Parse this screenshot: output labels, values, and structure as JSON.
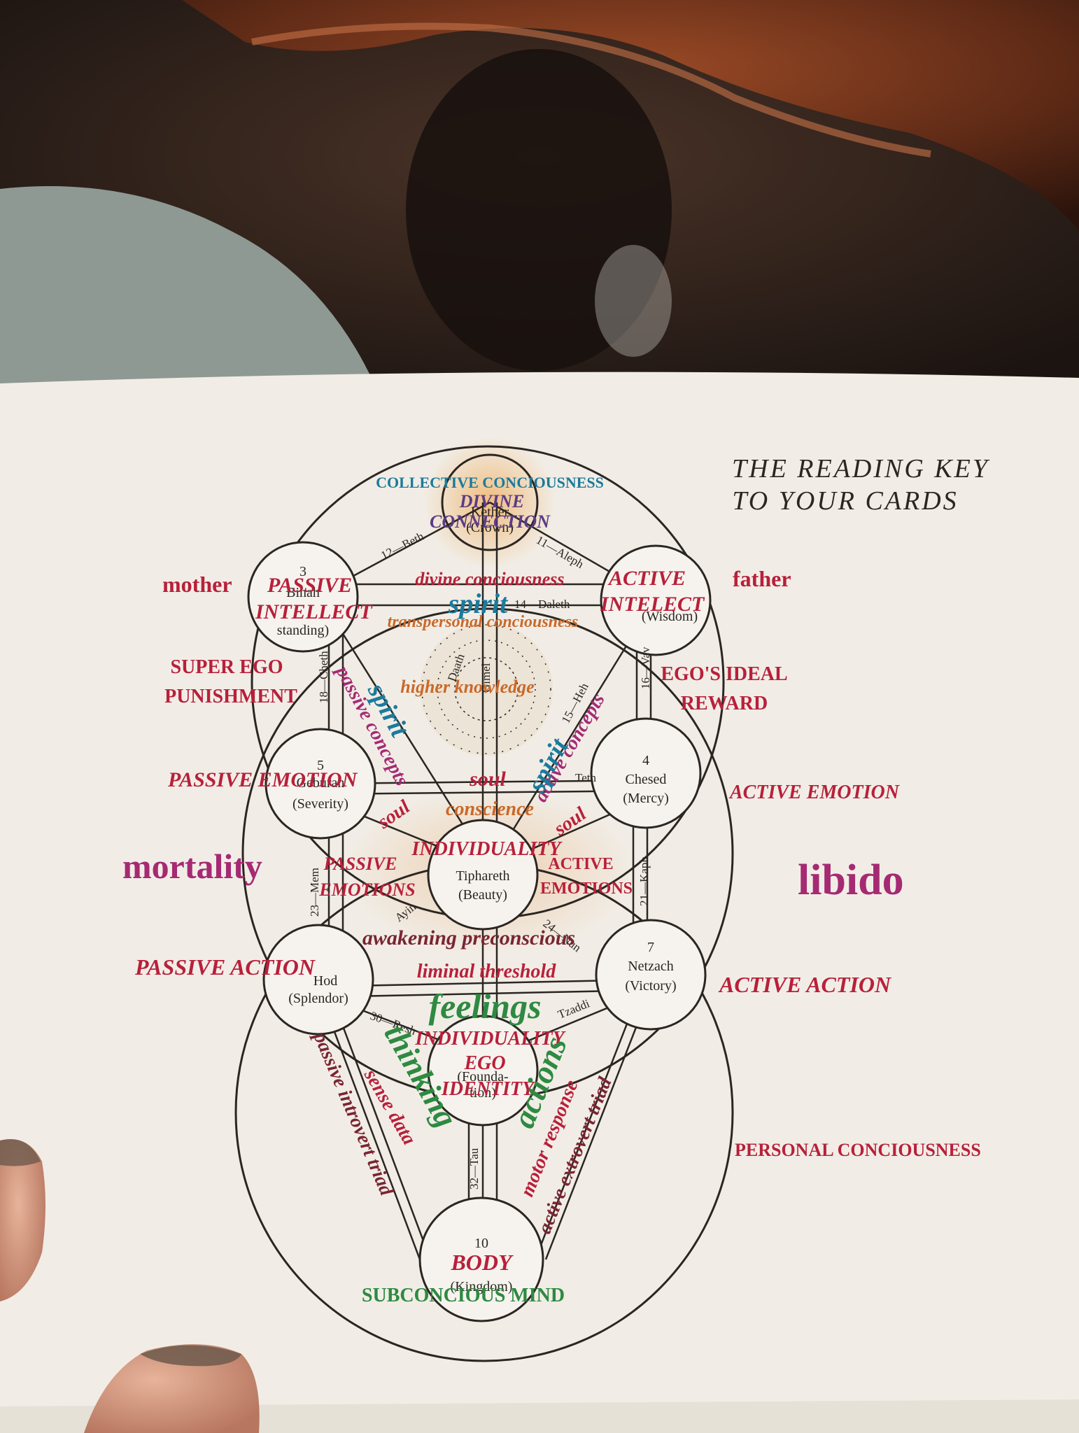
{
  "card": {
    "title_line1": "THE READING KEY",
    "title_line2": "TO YOUR CARDS"
  },
  "colors": {
    "paper": "#f1ede6",
    "ink": "#2b2622",
    "red": "#b8203a",
    "magenta": "#a52a73",
    "teal": "#1c7a9c",
    "green": "#2e8a41",
    "orange": "#c9692a",
    "maroon": "#7a2531",
    "purple": "#5a3c86",
    "tan": "#8e5a2c",
    "glow": "#e9a765"
  },
  "sephiroth": {
    "kether": {
      "name": "Kether",
      "meaning": "(Crown)"
    },
    "binah": {
      "num": "3",
      "name": "Binah",
      "meaning": "standing)"
    },
    "chokmah": {
      "meaning": "(Wisdom)"
    },
    "chesed": {
      "num": "4",
      "name": "Chesed",
      "meaning": "(Mercy)"
    },
    "geburah": {
      "num": "5",
      "name": "Geburah",
      "meaning": "(Severity)"
    },
    "tiphareth": {
      "name": "Tiphareth",
      "meaning": "(Beauty)"
    },
    "netzach": {
      "num": "7",
      "name": "Netzach",
      "meaning": "(Victory)"
    },
    "hod": {
      "name": "Hod",
      "meaning": "(Splendor)"
    },
    "yesod": {
      "meaning1": "(Founda-",
      "meaning2": "tion)"
    },
    "malkuth": {
      "num": "10",
      "meaning": "(Kingdom)"
    }
  },
  "paths": {
    "beth": "12—Beth",
    "aleph": "11—Aleph",
    "daleth": "14—Daleth",
    "cheth": "18—Cheth",
    "vav": "16—Vav",
    "heh": "15—Heh",
    "mem": "23—Mem",
    "kaph": "21—Kaph",
    "tau": "32—Tau",
    "resh": "30—Resh",
    "tzaddi": "Tzaddi",
    "nun": "24—Nun",
    "ayin": "Ayin",
    "daath": "Daath",
    "gimel": "Gimel",
    "teth": "Teth"
  },
  "labels": {
    "collective": "COLLECTIVE CONCIOUSNESS",
    "divine1": "DIVINE",
    "divine2": "CONNECTION",
    "mother": "mother",
    "father": "father",
    "passive_intellect1": "PASSIVE",
    "passive_intellect2": "INTELLECT",
    "active_intellect1": "ACTIVE",
    "active_intellect2": "INTELECT",
    "divine_consciousness": "divine conciousness",
    "spirit": "spirit",
    "transpersonal": "transpersonal conciousness",
    "super_ego1": "SUPER EGO",
    "super_ego2": "PUNISHMENT",
    "ego_ideal1": "EGO'S IDEAL",
    "ego_ideal2": "REWARD",
    "higher_knowledge": "higher knowledge",
    "passive_concepts": "passive concepts",
    "active_concepts": "active concepts",
    "passive_emotion": "PASSIVE EMOTION",
    "active_emotion": "ACTIVE EMOTION",
    "soul": "soul",
    "conscience": "conscience",
    "individuality_top": "INDIVIDUALITY",
    "passive_emotions1": "PASSIVE",
    "passive_emotions2": "EMOTIONS",
    "active_emotions1": "ACTIVE",
    "active_emotions2": "EMOTIONS",
    "mortality": "mortality",
    "libido": "libido",
    "awakening": "awakening preconscious",
    "liminal": "liminal threshold",
    "passive_action": "PASSIVE ACTION",
    "active_action": "ACTIVE ACTION",
    "feelings": "feelings",
    "individuality": "INDIVIDUALITY",
    "thinking": "thinking",
    "actions": "actions",
    "ego": "EGO",
    "identity": "IDENTITY",
    "sense_data": "sense data",
    "motor_response": "motor response",
    "passive_introvert": "passive introvert triad",
    "active_extrovert": "active extrovert triad",
    "personal": "PERSONAL CONCIOUSNESS",
    "body": "BODY",
    "subconscious": "SUBCONCIOUS MIND"
  }
}
